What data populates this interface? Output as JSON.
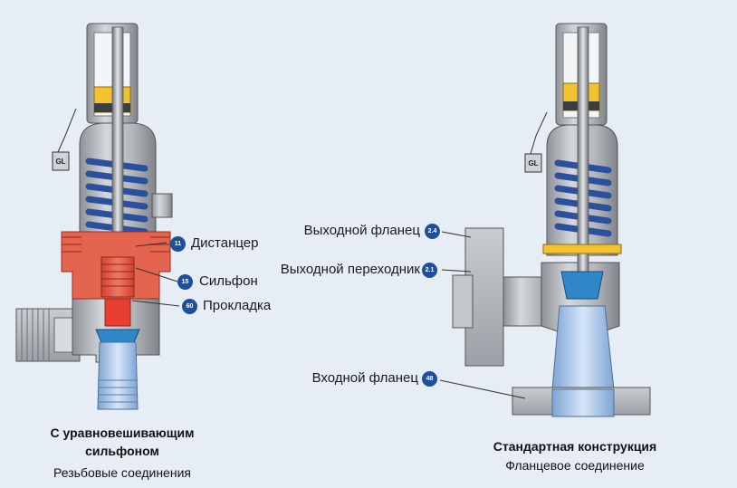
{
  "left_valve": {
    "title": "С уравновешивающим сильфоном",
    "subtitle": "Резьбовые соединения",
    "gl_tag": "GL",
    "callouts": [
      {
        "id": "11",
        "label": "Дистанцер"
      },
      {
        "id": "15",
        "label": "Сильфон"
      },
      {
        "id": "60",
        "label": "Прокладка"
      }
    ]
  },
  "right_valve": {
    "title": "Стандартная конструкция",
    "subtitle": "Фланцевое соединение",
    "gl_tag": "GL",
    "callouts": [
      {
        "id": "2.4",
        "label": "Выходной фланец"
      },
      {
        "id": "2.1",
        "label": "Выходной переходник"
      },
      {
        "id": "48",
        "label": "Входной фланец"
      }
    ]
  },
  "colors": {
    "background": "#e6edf4",
    "body_gray": "#a9adb3",
    "spring_blue": "#2c4f9e",
    "bellows_red": "#e0533f",
    "spacer_yellow": "#f2c230",
    "inlet_blue": "#a8c6ea",
    "badge_blue": "#1d4f9c"
  }
}
